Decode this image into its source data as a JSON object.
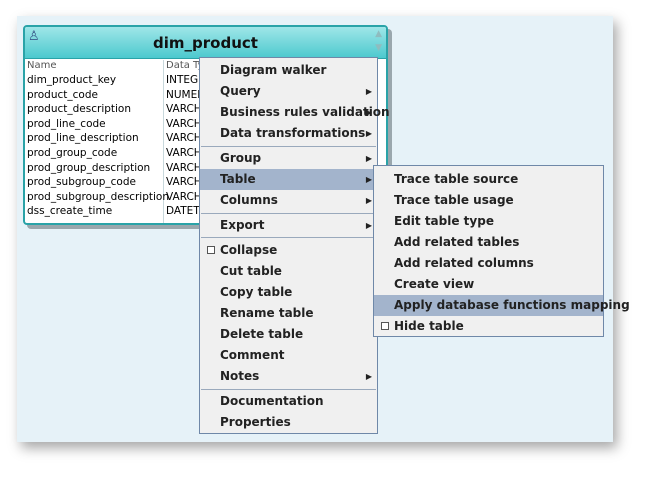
{
  "table": {
    "title": "dim_product",
    "header": {
      "name": "Name",
      "type": "Data Ty"
    },
    "rows": [
      {
        "name": "dim_product_key",
        "type": "INTEGE"
      },
      {
        "name": "product_code",
        "type": "NUMER"
      },
      {
        "name": "product_description",
        "type": "VARCH"
      },
      {
        "name": "prod_line_code",
        "type": "VARCH"
      },
      {
        "name": "prod_line_description",
        "type": "VARCH"
      },
      {
        "name": "prod_group_code",
        "type": "VARCH"
      },
      {
        "name": "prod_group_description",
        "type": "VARCH"
      },
      {
        "name": "prod_subgroup_code",
        "type": "VARCH"
      },
      {
        "name": "prod_subgroup_description",
        "type": "VARCH"
      },
      {
        "name": "dss_create_time",
        "type": "DATET"
      }
    ]
  },
  "context_menu": {
    "items": [
      {
        "label": "Diagram walker"
      },
      {
        "label": "Query"
      },
      {
        "label": "Business rules validation"
      },
      {
        "label": "Data transformations"
      },
      {
        "label": "Group"
      },
      {
        "label": "Table"
      },
      {
        "label": "Columns"
      },
      {
        "label": "Export"
      },
      {
        "label": "Collapse"
      },
      {
        "label": "Cut table"
      },
      {
        "label": "Copy table"
      },
      {
        "label": "Rename table"
      },
      {
        "label": "Delete table"
      },
      {
        "label": "Comment"
      },
      {
        "label": "Notes"
      },
      {
        "label": "Documentation"
      },
      {
        "label": "Properties"
      }
    ]
  },
  "submenu": {
    "items": [
      {
        "label": "Trace table source"
      },
      {
        "label": "Trace table usage"
      },
      {
        "label": "Edit table type"
      },
      {
        "label": "Add related tables"
      },
      {
        "label": "Add related columns"
      },
      {
        "label": "Create view"
      },
      {
        "label": "Apply database functions mapping"
      },
      {
        "label": "Hide table"
      }
    ]
  },
  "colors": {
    "canvas": "#e6f2f8",
    "header": "#4cc9ce",
    "selected": "#a3b4cc"
  }
}
